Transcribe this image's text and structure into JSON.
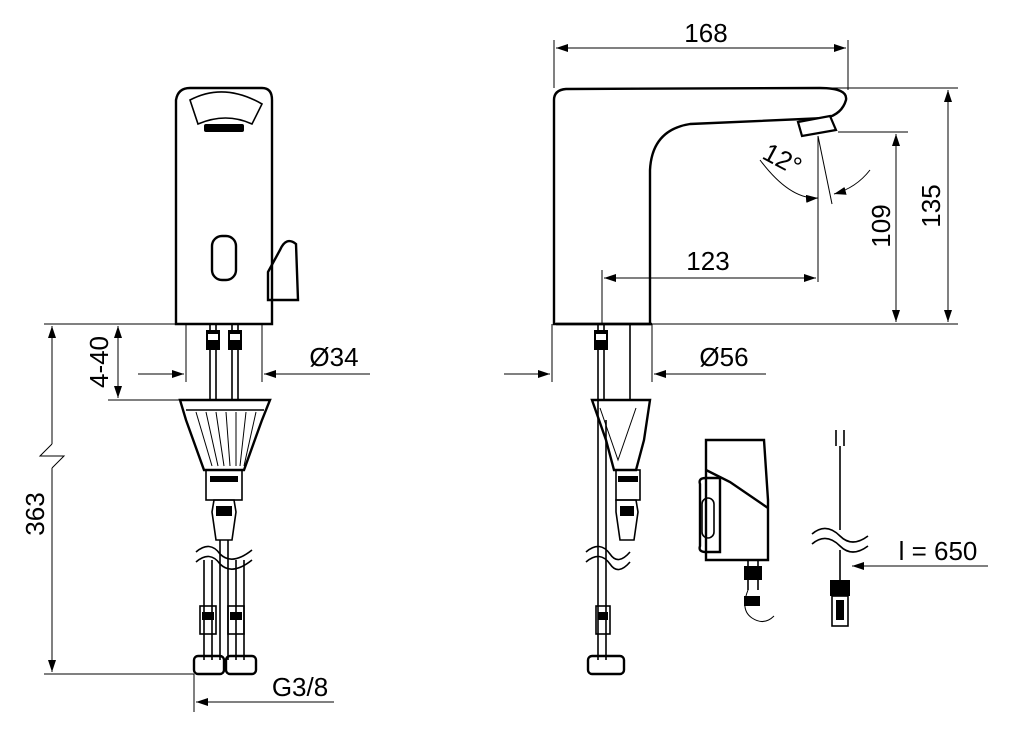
{
  "dimensions": {
    "width_168": "168",
    "height_135": "135",
    "height_109": "109",
    "reach_123": "123",
    "angle_12": "12°",
    "dia_56": "Ø56",
    "dia_34": "Ø34",
    "range_4_40": "4-40",
    "length_363": "363",
    "thread_g38": "G3/8",
    "cable_650": "l = 650"
  }
}
